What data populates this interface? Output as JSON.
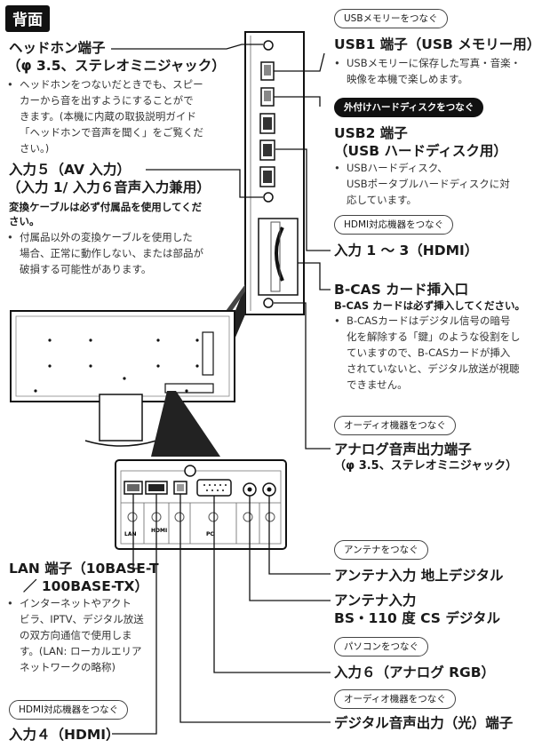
{
  "section_title": "背面",
  "headphone": {
    "title": "ヘッドホン端子",
    "subtitle": "（φ 3.5、ステレオミニジャック）",
    "note_lines": [
      "ヘッドホンをつないだときでも、スピー",
      "カーから音を出すようにすることがで",
      "きます。(本機に内蔵の取扱説明ガイド",
      "「ヘッドホンで音声を聞く」をご覧くだ",
      "さい。)"
    ]
  },
  "av_input": {
    "title": "入力５（AV 入力）",
    "subtitle": "（入力 1/ 入力６音声入力兼用）",
    "warning_lines": [
      "変換ケーブルは必ず付属品を使用してくだ",
      "さい。"
    ],
    "note_lines": [
      "付属品以外の変換ケーブルを使用した",
      "場合、正常に動作しない、または部品が",
      "破損する可能性があります。"
    ]
  },
  "usb1": {
    "pill": "USBメモリーをつなぐ",
    "title": "USB1 端子（USB メモリー用）",
    "note_lines": [
      "USBメモリーに保存した写真・音楽・",
      "映像を本機で楽しめます。"
    ]
  },
  "usb2": {
    "pill": "外付けハードディスクをつなぐ",
    "title": "USB2 端子",
    "subtitle": "（USB ハードディスク用）",
    "note_lines": [
      "USBハードディスク、",
      "USBポータブルハードディスクに対",
      "応しています。"
    ]
  },
  "hdmi13": {
    "pill": "HDMI対応機器をつなぐ",
    "title": "入力 1 〜 3（HDMI）"
  },
  "bcas": {
    "title": "B-CAS カード挿入口",
    "warning": "B-CAS カードは必ず挿入してください。",
    "note_lines": [
      "B-CASカードはデジタル信号の暗号",
      "化を解除する「鍵」のような役割をし",
      "ていますので、B-CASカードが挿入",
      "されていないと、デジタル放送が視聴",
      "できません。"
    ]
  },
  "analog_audio": {
    "pill": "オーディオ機器をつなぐ",
    "title": "アナログ音声出力端子",
    "subtitle": "（φ 3.5、ステレオミニジャック）"
  },
  "antenna": {
    "pill": "アンテナをつなぐ",
    "title_terrestrial": "アンテナ入力 地上デジタル",
    "title_bs1": "アンテナ入力",
    "title_bs2": "BS・110 度 CS デジタル"
  },
  "pc": {
    "pill": "パソコンをつなぐ",
    "title": "入力６（アナログ RGB）"
  },
  "optical": {
    "pill": "オーディオ機器をつなぐ",
    "title": "デジタル音声出力（光）端子"
  },
  "lan": {
    "title1": "LAN 端子（10BASE-T",
    "title2": "／ 100BASE-TX）",
    "note_lines": [
      "インターネットやアクト",
      "ビラ、IPTV、デジタル放送",
      "の双方向通信で使用しま",
      "す。(LAN: ローカルエリア",
      "ネットワークの略称)"
    ]
  },
  "hdmi4": {
    "pill": "HDMI対応機器をつなぐ",
    "title": "入力４（HDMI）"
  },
  "bullet": "•",
  "panel_labels": {
    "hdmi": "HDMI",
    "pc": "PC",
    "lan": "LAN"
  }
}
